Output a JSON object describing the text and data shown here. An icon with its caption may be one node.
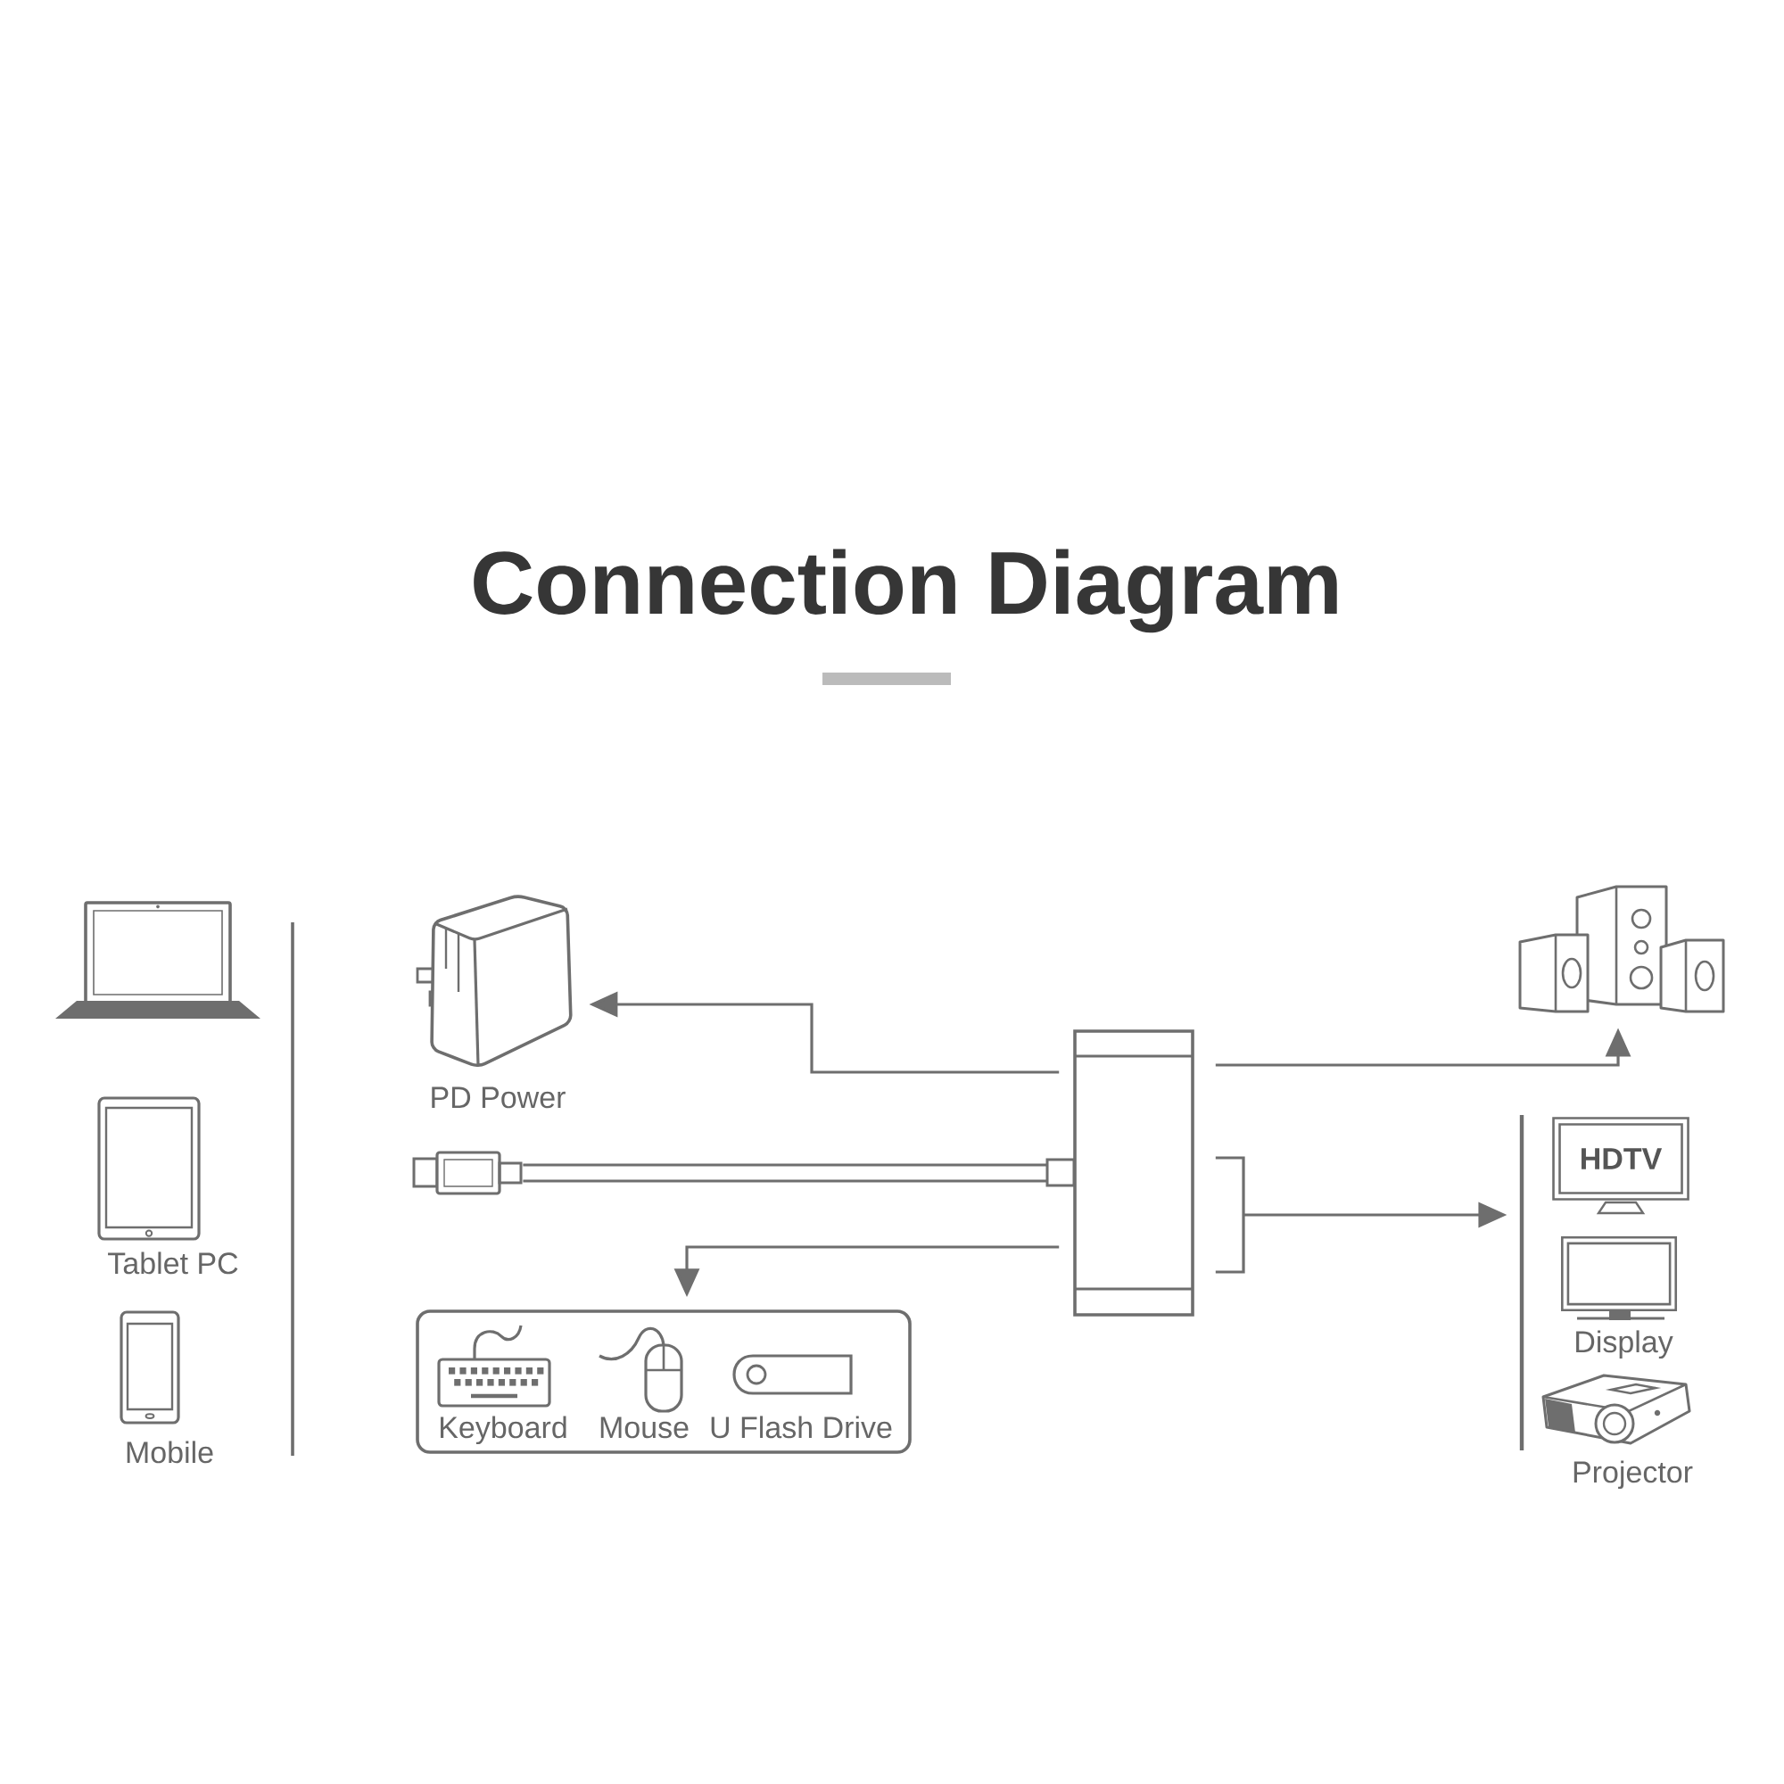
{
  "diagram": {
    "title": "Connection Diagram",
    "nodes": [
      {
        "text": [],
        "shape": "picture"
      },
      {
        "text": [
          "Tablet PC"
        ]
      },
      {
        "text": [
          "Mobile"
        ]
      },
      {
        "text": [
          "PD Power"
        ]
      },
      {
        "text": [],
        "shape": "picture"
      },
      {
        "text": [],
        "shape": "picture"
      },
      {
        "text": [],
        "shape": "box"
      },
      {
        "text": [],
        "shape": "bar"
      },
      {
        "text": [
          "HDTV"
        ]
      },
      {
        "text": [
          "Display"
        ]
      },
      {
        "text": [
          "Projector"
        ]
      },
      {
        "text": [],
        "shape": "box"
      },
      {
        "text": [
          "Keyboard"
        ],
        "in": 11
      },
      {
        "text": [
          "Mouse"
        ],
        "in": 11
      },
      {
        "text": [
          "U Flash Drive"
        ],
        "in": 11
      }
    ],
    "edges": [
      {
        "from": 6,
        "to": 3,
        "arrow": "to"
      },
      {
        "from": 6,
        "to": 4,
        "arrow": "to"
      },
      {
        "from": 5,
        "to": 6,
        "arrow": "none"
      },
      {
        "from": 6,
        "to": 7,
        "arrow": "to"
      },
      {
        "from": 6,
        "to": 11,
        "arrow": "to"
      }
    ]
  }
}
